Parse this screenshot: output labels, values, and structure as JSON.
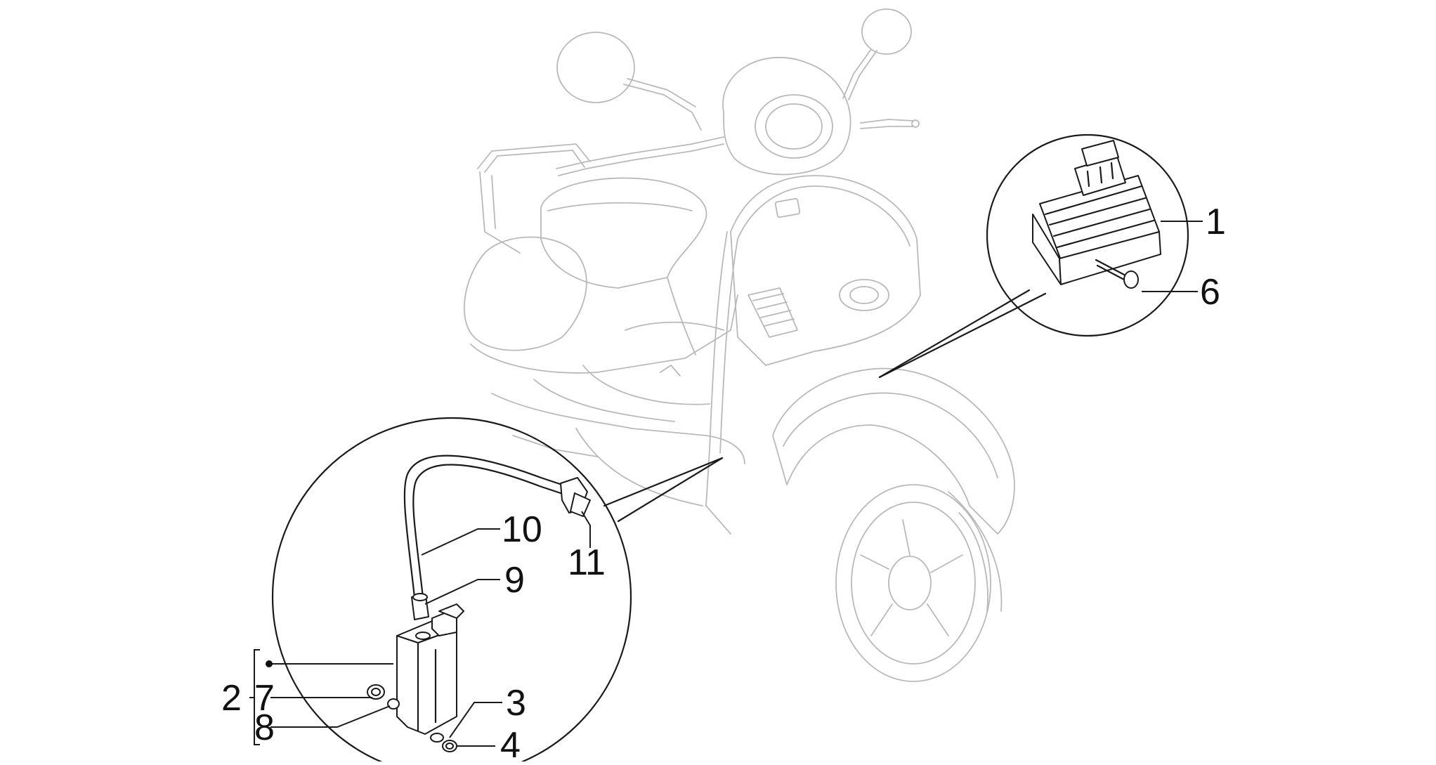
{
  "diagram": {
    "callouts": [
      {
        "id": "1",
        "text": "1"
      },
      {
        "id": "6",
        "text": "6"
      },
      {
        "id": "10",
        "text": "10"
      },
      {
        "id": "11",
        "text": "11"
      },
      {
        "id": "9",
        "text": "9"
      },
      {
        "id": "2",
        "text": "2"
      },
      {
        "id": "7",
        "text": "7"
      },
      {
        "id": "8",
        "text": "8"
      },
      {
        "id": "3",
        "text": "3"
      },
      {
        "id": "4",
        "text": "4"
      }
    ]
  }
}
